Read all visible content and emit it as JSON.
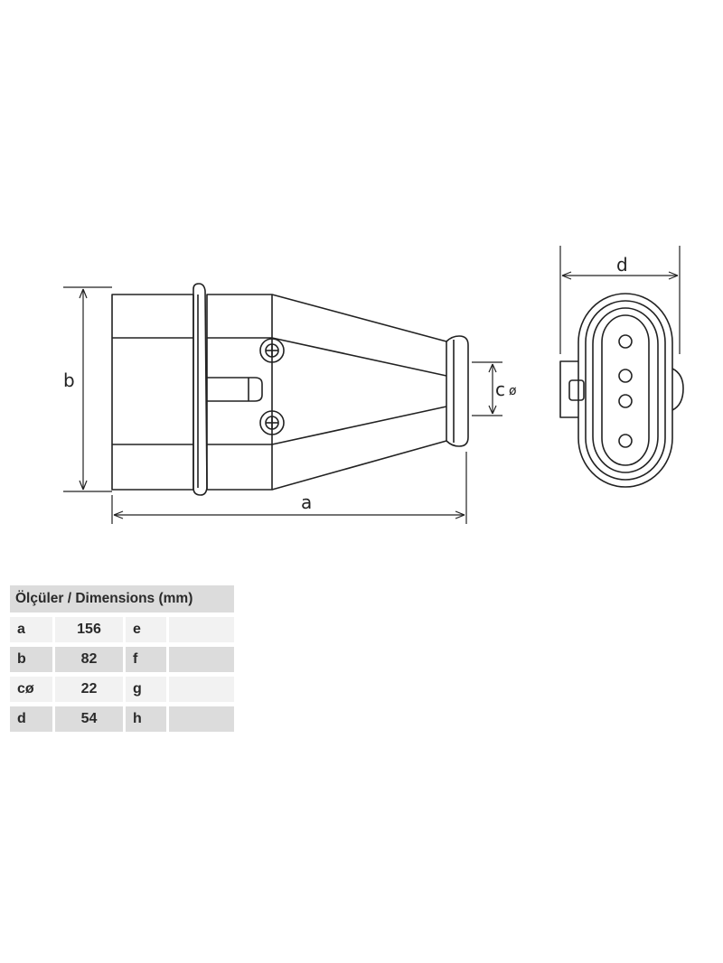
{
  "dimension_labels": {
    "a": "a",
    "b": "b",
    "c": "c",
    "c_symbol": "ø",
    "d": "d"
  },
  "table": {
    "title": "Ölçüler / Dimensions (mm)",
    "rows": [
      {
        "k1": "a",
        "v1": "156",
        "k2": "e",
        "v2": ""
      },
      {
        "k1": "b",
        "v1": "82",
        "k2": "f",
        "v2": ""
      },
      {
        "k1": "cø",
        "v1": "22",
        "k2": "g",
        "v2": ""
      },
      {
        "k1": "d",
        "v1": "54",
        "k2": "h",
        "v2": ""
      }
    ]
  },
  "colors": {
    "line": "#222222",
    "header_bg": "#dcdcdc",
    "row_light": "#f2f2f2",
    "row_dark": "#dcdcdc"
  }
}
